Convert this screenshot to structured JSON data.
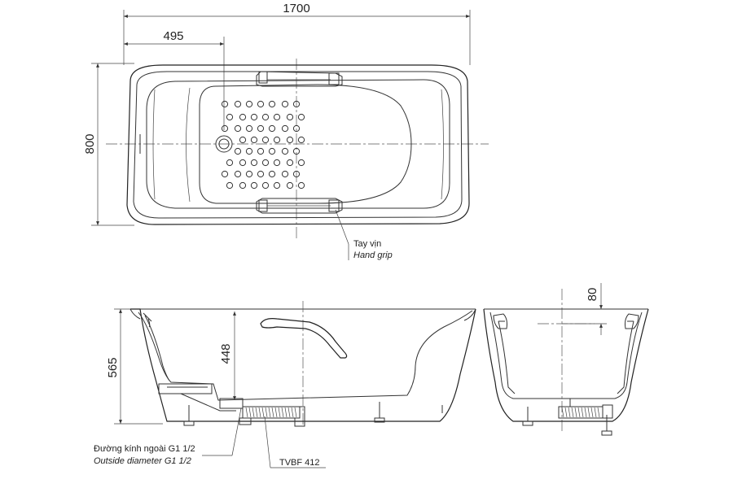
{
  "dimensions": {
    "length": "1700",
    "drain_offset": "495",
    "width": "800",
    "height_total": "565",
    "depth_inner": "448",
    "rim_to_grip": "80"
  },
  "labels": {
    "hand_grip_vi": "Tay vịn",
    "hand_grip_en": "Hand grip",
    "outside_diameter_vi": "Đường kính ngoài G1 1/2",
    "outside_diameter_en": "Outside diameter G1 1/2",
    "drain_model": "TVBF 412"
  },
  "colors": {
    "line": "#333333",
    "background": "#ffffff"
  }
}
